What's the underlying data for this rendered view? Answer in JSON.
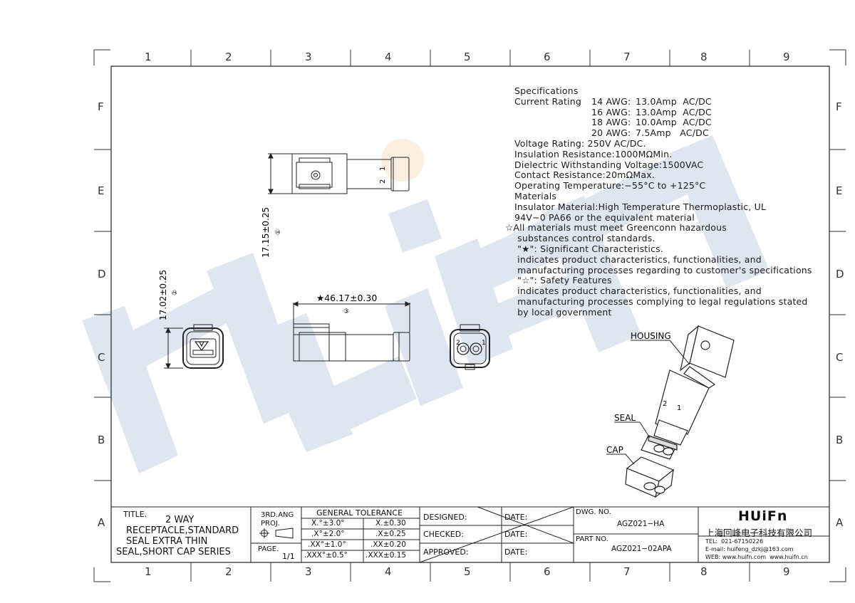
{
  "grid": {
    "columns": [
      "1",
      "2",
      "3",
      "4",
      "5",
      "6",
      "7",
      "8",
      "9"
    ],
    "rows": [
      "F",
      "E",
      "D",
      "C",
      "B",
      "A"
    ]
  },
  "watermark": "HUiFn",
  "specifications": {
    "heading": "Specifications",
    "current_rating_label": "Current Rating",
    "ratings": [
      {
        "awg": "14 AWG:",
        "value": "13.0Amp  AC/DC"
      },
      {
        "awg": "16 AWG:",
        "value": "13.0Amp  AC/DC"
      },
      {
        "awg": "18 AWG:",
        "value": "10.0Amp  AC/DC"
      },
      {
        "awg": "20 AWG:",
        "value": "7.5Amp   AC/DC"
      }
    ],
    "lines": [
      "Voltage Rating: 250V AC/DC.",
      "Insulation Resistance:1000MΩMin.",
      "Dielectric Withstanding Voltage:1500VAC",
      "Contact Resistance:20mΩMax.",
      "Operating Temperature:−55°C to +125°C",
      "Materials",
      "Insulator Material:High Temperature Thermoplastic, UL",
      "94V−0 PA66 or the equivalent material",
      "☆All materials must meet Greenconn hazardous",
      " substances control standards.",
      " \"★\": Significant Characteristics.",
      " indicates product characteristics, functionalities, and",
      " manufacturing processes regarding to customer's specifications",
      " \"☆\": Safety Features",
      " indicates product characteristics, functionalities, and",
      " manufacturing processes complying to legal regulations stated",
      " by local government"
    ]
  },
  "dimensions": {
    "d1": "17.15±0.25",
    "d1_tag": "①",
    "d2": "17.02±0.25",
    "d2_tag": "②",
    "d3": "★46.17±0.30",
    "d3_tag": "③"
  },
  "callouts": {
    "housing": "HOUSING",
    "seal": "SEAL",
    "cap": "CAP",
    "pin1": "1",
    "pin2": "2"
  },
  "title_block": {
    "title_label": "TITLE.",
    "title_lines": [
      "2 WAY",
      "RECEPTACLE,STANDARD",
      "SEAL EXTRA THIN",
      "SEAL,SHORT CAP SERIES"
    ],
    "proj_label": "3RD.ANG\nPROJ.",
    "page_label": "PAGE.",
    "page_value": "1/1",
    "tolerance_header": "GENERAL TOLERANCE",
    "tolerance": [
      [
        "X.°±3.0°",
        "X.±0.30"
      ],
      [
        ".X°±2.0°",
        ".X±0.25"
      ],
      [
        ".XX°±1.0°",
        ".XX±0.20"
      ],
      [
        ".XXX°±0.5°",
        ".XXX±0.15"
      ]
    ],
    "designed": "DESIGNED:",
    "checked": "CHECKED:",
    "approved": "APPROVED:",
    "date": "DATE:",
    "dwg_no_label": "DWG. NO.",
    "dwg_no": "AGZ021−HA",
    "part_no_label": "PART NO.",
    "part_no": "AGZ021−02APA",
    "company_logo": "HUiFn",
    "company_name": "上海回峰电子科技有限公司",
    "tel": "TEL:  021-67150226",
    "email": "E-mail: huifeng_dzkj@163.com",
    "web": "WEB: www.huifn.com  www.huifn.cn"
  }
}
